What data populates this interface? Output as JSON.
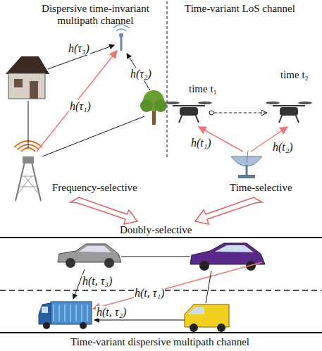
{
  "diagram": {
    "labels": [
      "Dispersive time-invariant multipath channel",
      "Time-variant LoS channel",
      "h(τ₃)",
      "h(τ₂)",
      "h(τ₁)",
      "Frequency-selective",
      "time t₁",
      "time t₂",
      "h(t₁)",
      "h(t₂)",
      "Time-selective",
      "Doubly-selective",
      "h(t, τ₃)",
      "h(t, τ₁)",
      "h(t, τ₂)",
      "Time-variant dispersive multipath channel"
    ]
  }
}
